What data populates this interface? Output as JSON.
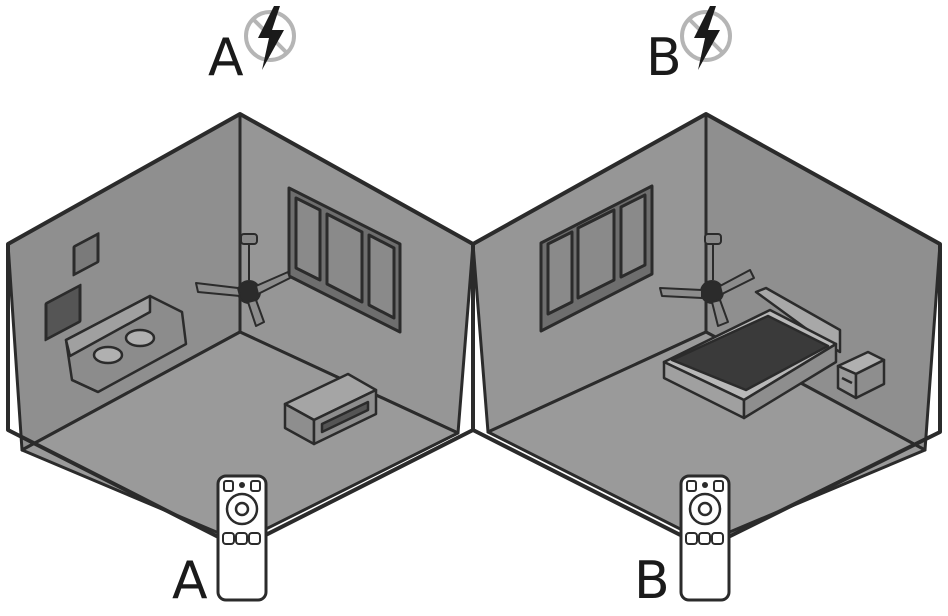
{
  "rooms": [
    {
      "id": "A",
      "top_label": "A",
      "remote_label": "A",
      "room_type": "living-room",
      "furniture": [
        "sofa",
        "ceiling-fan",
        "window",
        "wall-switch",
        "wall-outlet",
        "coffee-table"
      ]
    },
    {
      "id": "B",
      "top_label": "B",
      "remote_label": "B",
      "room_type": "bedroom",
      "furniture": [
        "bed",
        "ceiling-fan",
        "window",
        "nightstand"
      ]
    }
  ],
  "icons": {
    "power_interference": "no-lightning-icon",
    "remote": "remote-control-icon",
    "fan": "ceiling-fan-icon"
  },
  "colors": {
    "wall": "#8c8c8c",
    "floor": "#9b9b9b",
    "outline": "#2b2b2b",
    "furniture": "#e9e9e9",
    "remote": "#ffffff",
    "prohibit": "#b5b5b5"
  }
}
